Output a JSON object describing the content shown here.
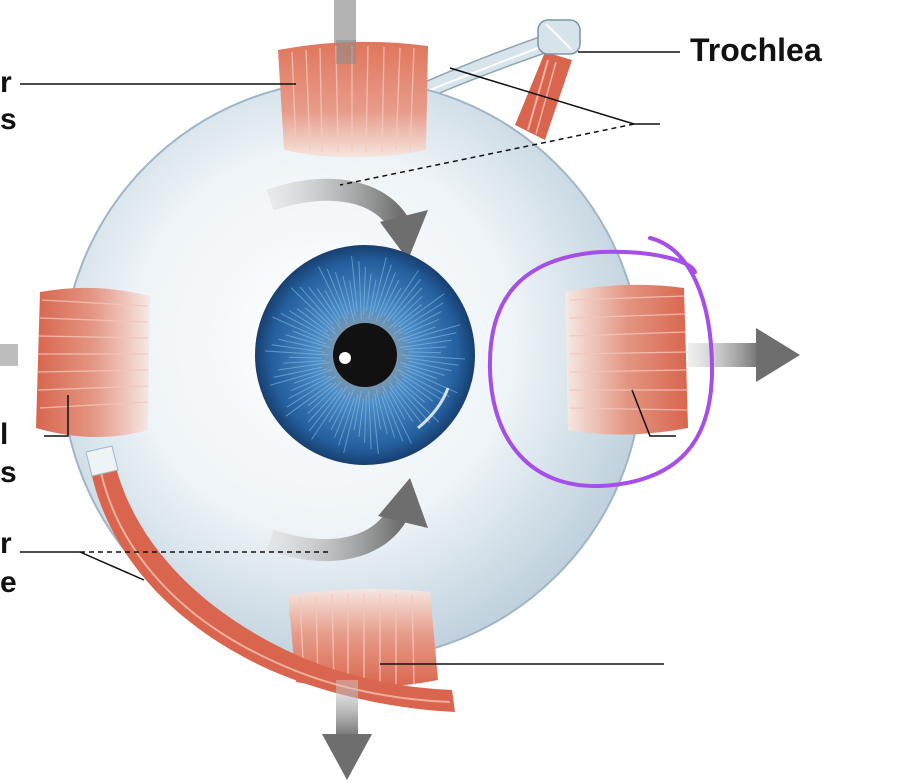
{
  "labels": {
    "trochlea": "Trochlea",
    "left_fragments": [
      "r",
      "s",
      "l",
      "s",
      "r",
      "e"
    ]
  },
  "colors": {
    "highlight": "#a64ee8",
    "muscle": "#d9654e",
    "iris": "#2d6fae",
    "sclera": "#dfe9f0",
    "arrow": "#707070"
  }
}
